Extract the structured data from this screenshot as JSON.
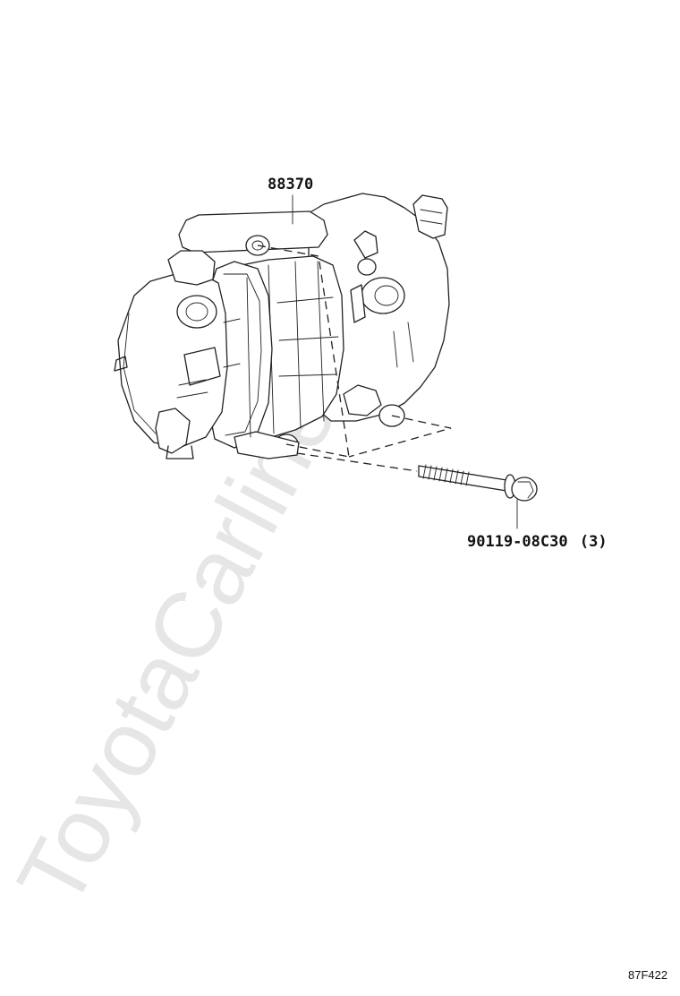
{
  "diagram": {
    "callouts": [
      {
        "id": "compressor",
        "part_number": "88370"
      },
      {
        "id": "bolt",
        "part_number": "90119-08C30",
        "quantity": "(3)"
      }
    ],
    "figure_code": "87F422",
    "watermark": "ToyotaCarline.ru",
    "colors": {
      "line": "#222222",
      "text": "#111111",
      "watermark": "#e6e6e6",
      "background": "#ffffff"
    }
  }
}
